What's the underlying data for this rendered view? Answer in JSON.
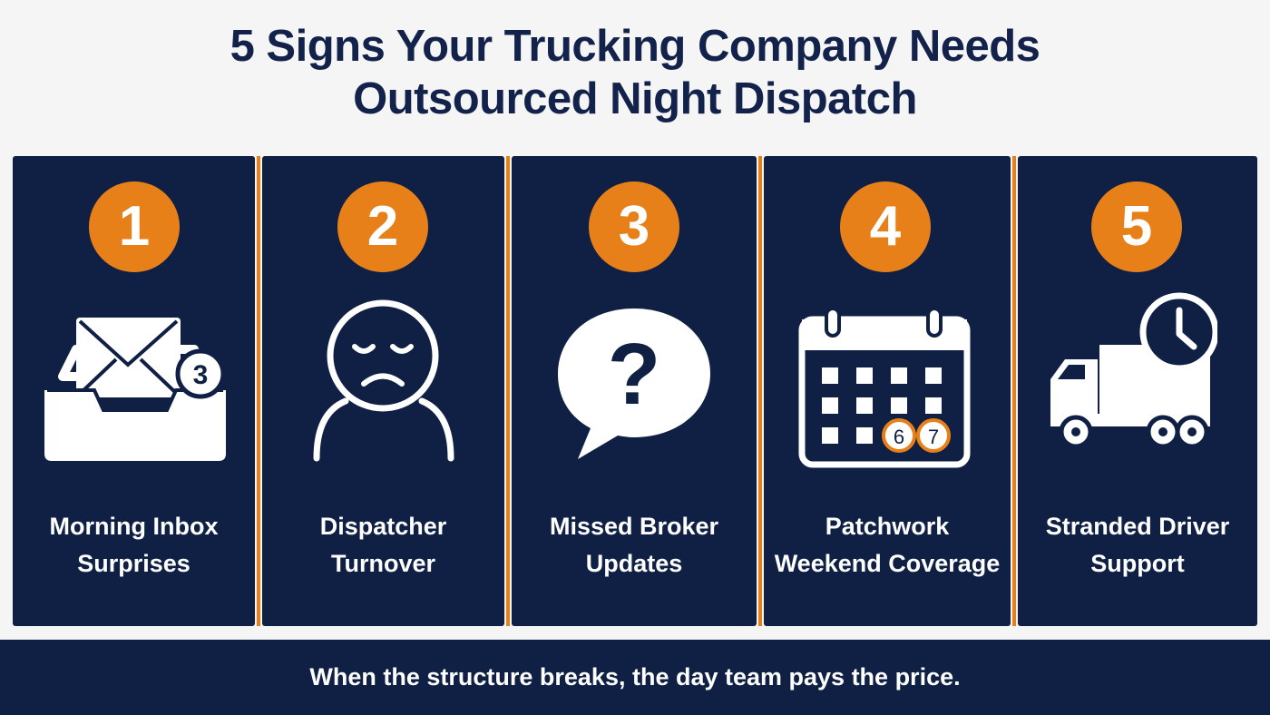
{
  "title": {
    "line1": "5 Signs Your Trucking Company Needs",
    "line2": "Outsourced Night Dispatch"
  },
  "cards": [
    {
      "number": "1",
      "label_line1": "Morning Inbox",
      "label_line2": "Surprises",
      "icon": "inbox-envelope-icon",
      "icon_badge": "3"
    },
    {
      "number": "2",
      "label_line1": "Dispatcher",
      "label_line2": "Turnover",
      "icon": "sad-person-icon"
    },
    {
      "number": "3",
      "label_line1": "Missed Broker",
      "label_line2": "Updates",
      "icon": "question-speech-bubble-icon"
    },
    {
      "number": "4",
      "label_line1": "Patchwork",
      "label_line2": "Weekend Coverage",
      "icon": "calendar-icon",
      "weekend_days": [
        "6",
        "7"
      ]
    },
    {
      "number": "5",
      "label_line1": "Stranded Driver",
      "label_line2": "Support",
      "icon": "truck-clock-icon"
    }
  ],
  "footer": {
    "text": "When the structure breaks, the day team pays the price."
  },
  "colors": {
    "navy": "#0f2044",
    "orange": "#e8801a",
    "title": "#13224a",
    "background": "#f5f5f5"
  }
}
